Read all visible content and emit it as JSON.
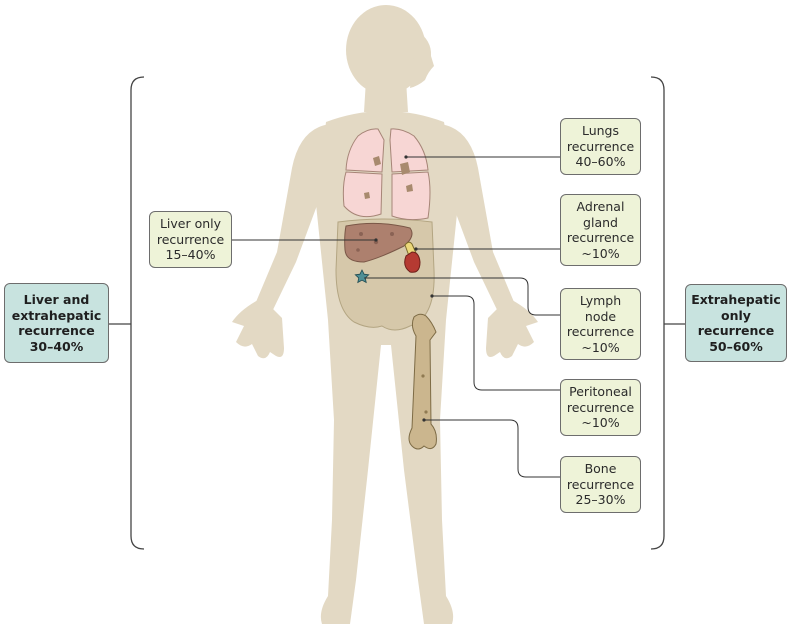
{
  "boxes": {
    "lungs": [
      "Lungs",
      "recurrence",
      "40–60%"
    ],
    "liver_only": [
      "Liver only",
      "recurrence",
      "15–40%"
    ],
    "adrenal": [
      "Adrenal",
      "gland",
      "recurrence",
      "~10%"
    ],
    "lymph": [
      "Lymph",
      "node",
      "recurrence",
      "~10%"
    ],
    "peritoneal": [
      "Peritoneal",
      "recurrence",
      "~10%"
    ],
    "bone": [
      "Bone",
      "recurrence",
      "25–30%"
    ],
    "liver_extra": [
      "Liver and",
      "extrahepatic",
      "recurrence",
      "30–40%"
    ],
    "extra_only": [
      "Extrahepatic",
      "only",
      "recurrence",
      "50–60%"
    ]
  },
  "colors": {
    "body": "#e3d9c4",
    "box_yellow": "#eef3d8",
    "box_teal": "#c8e3df",
    "lungs": "#f7d6d4",
    "liver": "#ad806e",
    "bone": "#cbb68e",
    "abdomen": "#d6c8aa",
    "lymph_star": "#4f8f95"
  }
}
